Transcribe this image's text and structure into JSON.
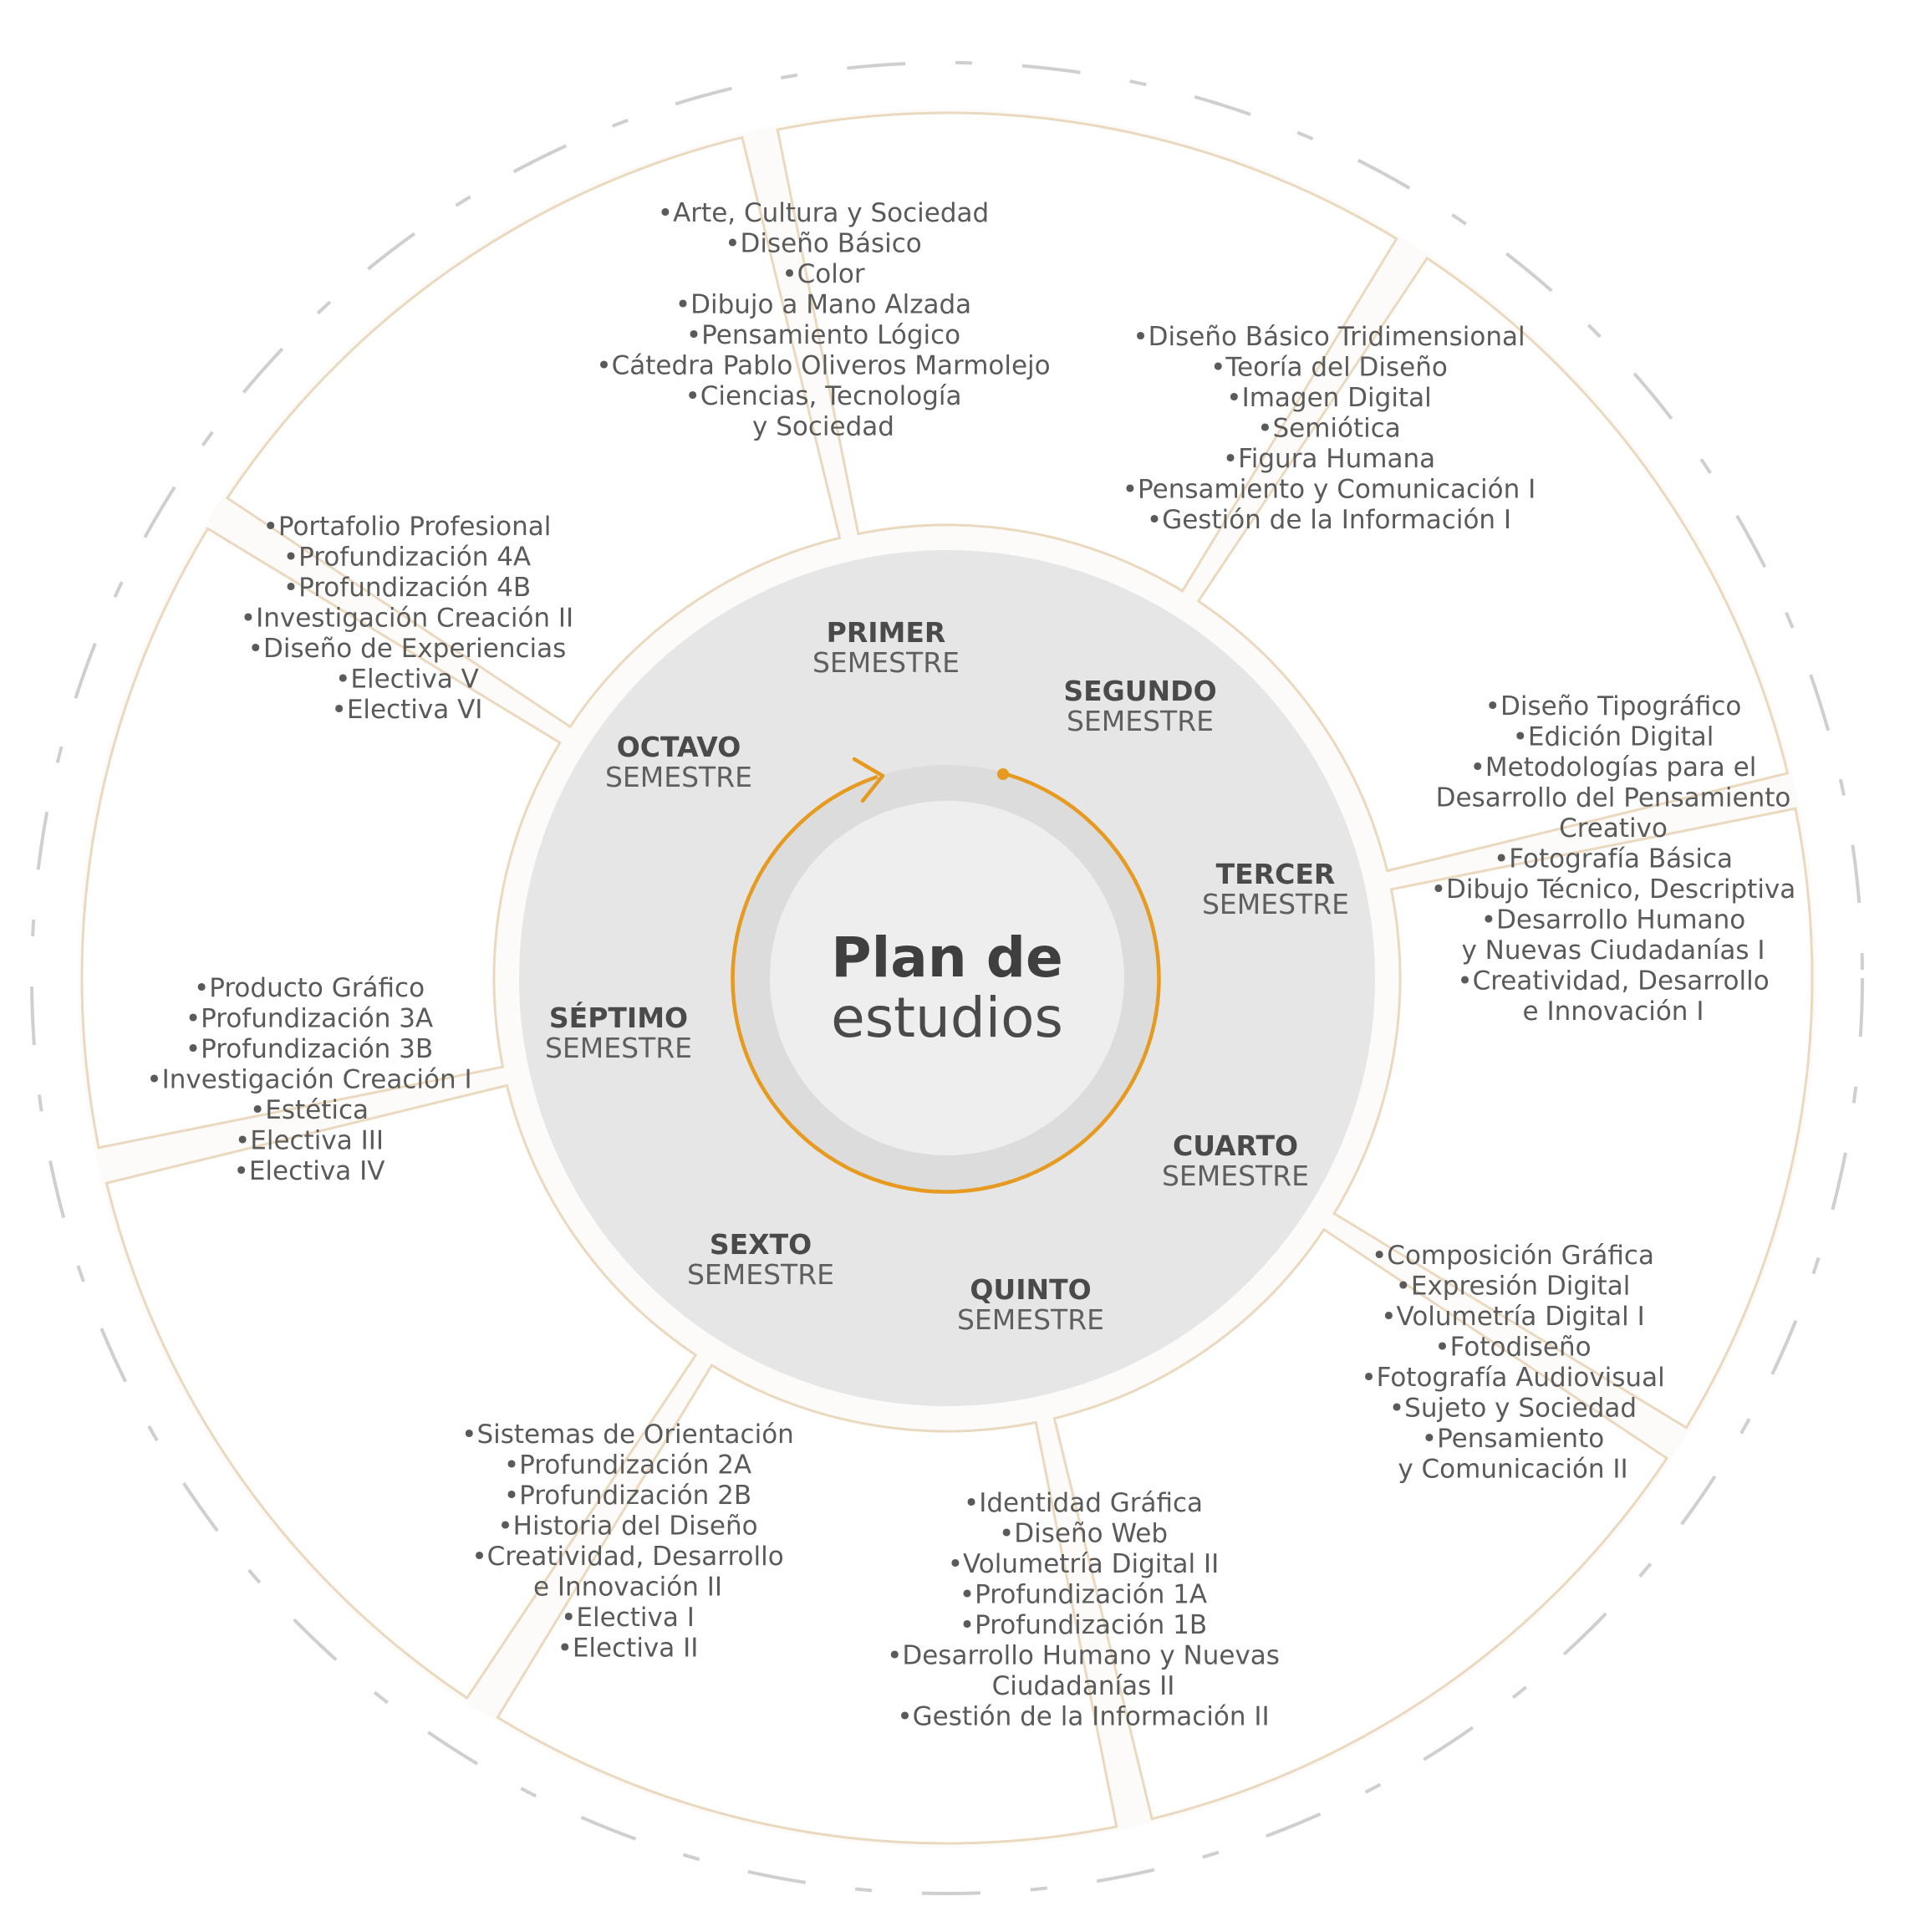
{
  "center": {
    "line1": "Plan de",
    "line2": "estudios"
  },
  "colors": {
    "accent": "#e69a1f",
    "panel_border": "#ead9bf",
    "inner_disc": "#e6e6e6",
    "center_disc": "#eeeeee",
    "text": "#5a5a5a",
    "dash": "#c8c8c8"
  },
  "semesters": [
    {
      "name": "PRIMER",
      "sub": "SEMESTRE",
      "courses": [
        "•Arte, Cultura y Sociedad",
        "•Diseño Básico",
        "•Color",
        "•Dibujo a Mano Alzada",
        "•Pensamiento Lógico",
        "•Cátedra Pablo Oliveros Marmolejo",
        "•Ciencias, Tecnología",
        "y Sociedad"
      ]
    },
    {
      "name": "SEGUNDO",
      "sub": "SEMESTRE",
      "courses": [
        "•Diseño Básico Tridimensional",
        "•Teoría del Diseño",
        "•Imagen Digital",
        "•Semiótica",
        "•Figura Humana",
        "•Pensamiento y Comunicación I",
        "•Gestión de la Información I"
      ]
    },
    {
      "name": "TERCER",
      "sub": "SEMESTRE",
      "courses": [
        "•Diseño Tipográfico",
        "•Edición Digital",
        "•Metodologías para el",
        "Desarrollo del Pensamiento",
        "Creativo",
        "•Fotografía Básica",
        "•Dibujo Técnico, Descriptiva",
        "•Desarrollo Humano",
        "y Nuevas Ciudadanías I",
        "•Creatividad, Desarrollo",
        "e Innovación I"
      ]
    },
    {
      "name": "CUARTO",
      "sub": "SEMESTRE",
      "courses": [
        "•Composición Gráfica",
        "•Expresión Digital",
        "•Volumetría Digital I",
        "•Fotodiseño",
        "•Fotografía Audiovisual",
        "•Sujeto y Sociedad",
        "•Pensamiento",
        "y Comunicación II"
      ]
    },
    {
      "name": "QUINTO",
      "sub": "SEMESTRE",
      "courses": [
        "•Identidad Gráfica",
        "•Diseño Web",
        "•Volumetría Digital II",
        "•Profundización 1A",
        "•Profundización 1B",
        "•Desarrollo Humano y Nuevas",
        "Ciudadanías II",
        "•Gestión de la Información II"
      ]
    },
    {
      "name": "SEXTO",
      "sub": "SEMESTRE",
      "courses": [
        "•Sistemas de Orientación",
        "•Profundización 2A",
        "•Profundización 2B",
        "•Historia del Diseño",
        "•Creatividad, Desarrollo",
        "e Innovación II",
        "•Electiva I",
        "•Electiva II"
      ]
    },
    {
      "name": "SÉPTIMO",
      "sub": "SEMESTRE",
      "courses": [
        "•Producto Gráfico",
        "•Profundización 3A",
        "•Profundización 3B",
        "•Investigación Creación I",
        "•Estética",
        "•Electiva III",
        "•Electiva IV"
      ]
    },
    {
      "name": "OCTAVO",
      "sub": "SEMESTRE",
      "courses": [
        "•Portafolio Profesional",
        "•Profundización 4A",
        "•Profundización 4B",
        "•Investigación Creación II",
        "•Diseño de Experiencias",
        "•Electiva V",
        "•Electiva VI"
      ]
    }
  ]
}
